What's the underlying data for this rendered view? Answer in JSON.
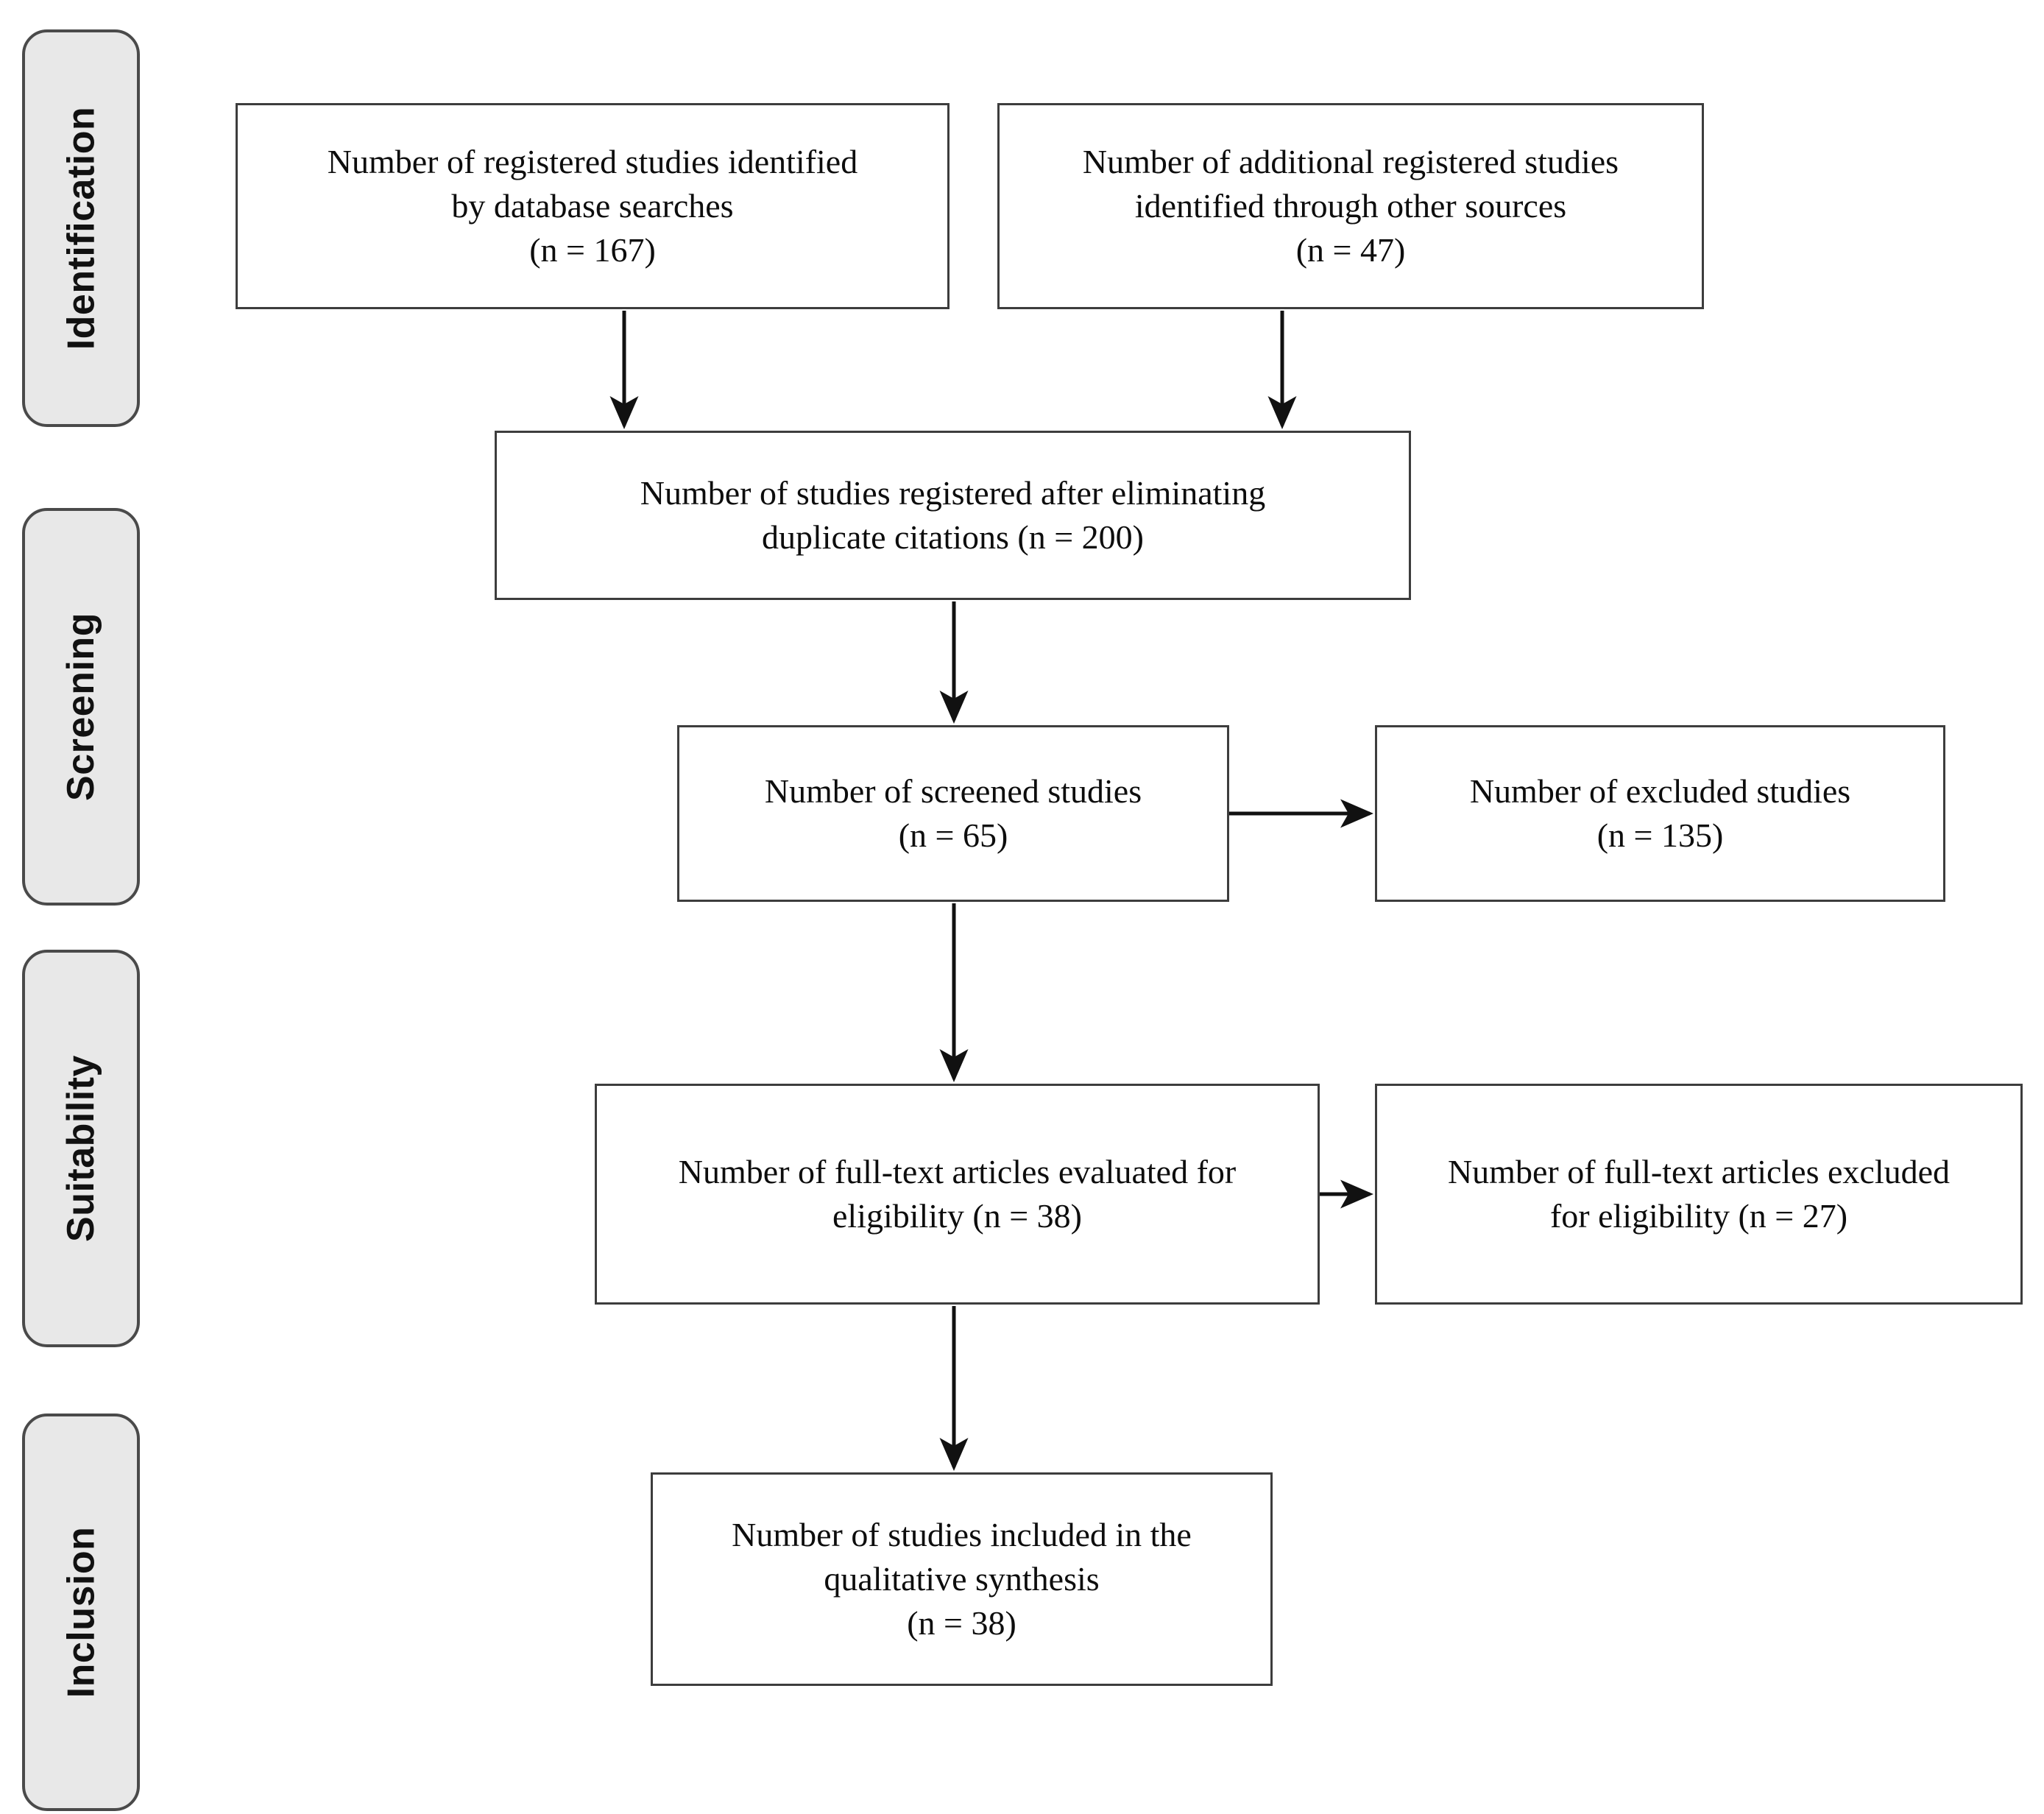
{
  "diagram": {
    "type": "prisma-flow-diagram",
    "colors": {
      "pill_fill": "#e8e8e8",
      "pill_border": "#4a4a4a",
      "box_fill": "#ffffff",
      "box_border": "#3d3d3d",
      "connector": "#1a1a1a",
      "text": "#0d0d0d",
      "background": "#ffffff"
    },
    "stages": [
      {
        "id": "identification",
        "label": "Identification"
      },
      {
        "id": "screening",
        "label": "Screening"
      },
      {
        "id": "suitability",
        "label": "Suitability"
      },
      {
        "id": "inclusion",
        "label": "Inclusion"
      }
    ],
    "boxes": [
      {
        "id": "db-searches",
        "stage": "identification",
        "text": "Number of registered studies identified\nby database searches\n(n = 167)",
        "n": 167
      },
      {
        "id": "other-sources",
        "stage": "identification",
        "text": "Number of additional registered studies\nidentified through other sources\n(n = 47)",
        "n": 47
      },
      {
        "id": "after-duplicates",
        "stage": "screening",
        "text": "Number of studies registered after eliminating\nduplicate citations (n = 200)",
        "n": 200
      },
      {
        "id": "screened",
        "stage": "screening",
        "text": "Number of screened studies\n(n = 65)",
        "n": 65
      },
      {
        "id": "excluded",
        "stage": "screening",
        "text": "Number of excluded studies\n(n = 135)",
        "n": 135
      },
      {
        "id": "fulltext-eligibility",
        "stage": "suitability",
        "text": "Number of full-text articles evaluated for\neligibility (n = 38)",
        "n": 38
      },
      {
        "id": "fulltext-excluded",
        "stage": "suitability",
        "text": "Number of full-text articles excluded\nfor eligibility (n = 27)",
        "n": 27
      },
      {
        "id": "included-qualitative",
        "stage": "inclusion",
        "text": "Number of studies included in the\nqualitative synthesis\n(n = 38)",
        "n": 38
      }
    ],
    "connectors": [
      {
        "id": "db-searches-to-after-duplicates",
        "from": "db-searches",
        "to": "after-duplicates",
        "direction": "down"
      },
      {
        "id": "other-sources-to-after-duplicates",
        "from": "other-sources",
        "to": "after-duplicates",
        "direction": "down"
      },
      {
        "id": "after-duplicates-to-screened",
        "from": "after-duplicates",
        "to": "screened",
        "direction": "down"
      },
      {
        "id": "screened-to-excluded",
        "from": "screened",
        "to": "excluded",
        "direction": "right"
      },
      {
        "id": "screened-to-fulltext",
        "from": "screened",
        "to": "fulltext-eligibility",
        "direction": "down"
      },
      {
        "id": "fulltext-to-fulltext-excluded",
        "from": "fulltext-eligibility",
        "to": "fulltext-excluded",
        "direction": "right"
      },
      {
        "id": "fulltext-to-included",
        "from": "fulltext-eligibility",
        "to": "included-qualitative",
        "direction": "down"
      }
    ]
  }
}
